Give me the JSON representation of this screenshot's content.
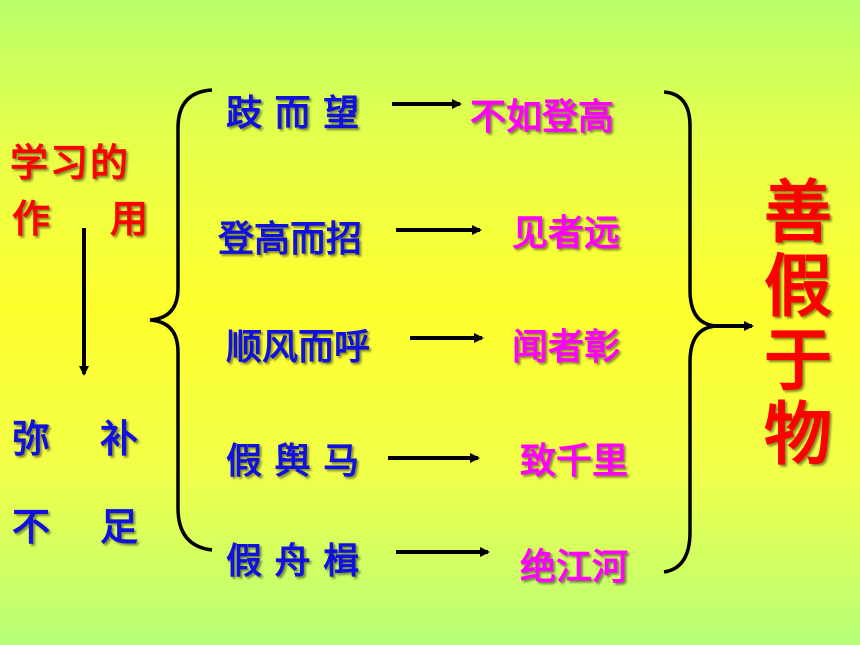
{
  "left": {
    "line1": "学习的",
    "line2a": "作",
    "line2b": "用",
    "line3a": "弥",
    "line3b": "补",
    "line4a": "不",
    "line4b": "足"
  },
  "phrases": [
    "跂 而 望",
    "登高而招",
    "顺风而呼",
    "假 舆 马",
    "假 舟 楫"
  ],
  "results": [
    "不如登高",
    "见者远",
    "闻者彰",
    "致千里",
    "绝江河"
  ],
  "conclusion": [
    "善",
    "假",
    "于",
    "物"
  ],
  "colors": {
    "red": "#ff0000",
    "blue": "#1010e0",
    "magenta": "#ff00ff"
  }
}
